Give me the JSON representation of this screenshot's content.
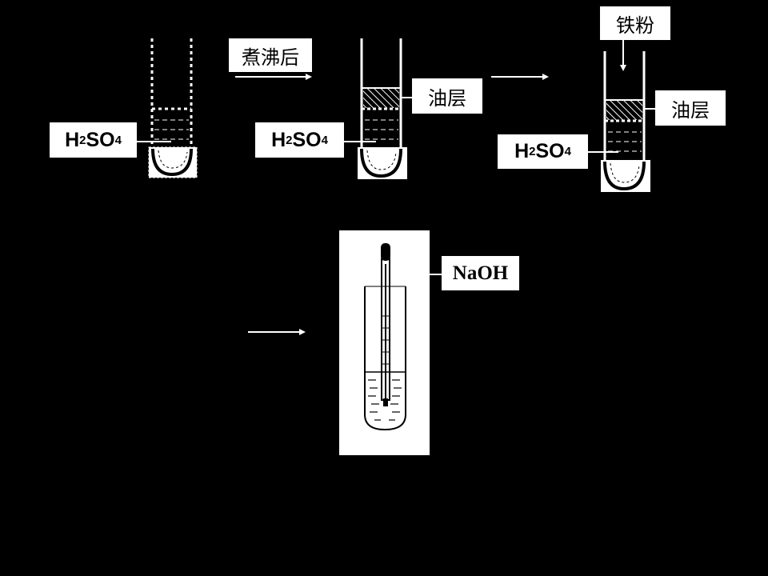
{
  "labels": {
    "boil": "煮沸后",
    "iron_powder": "铁粉",
    "oil_layer_1": "油层",
    "oil_layer_2": "油层",
    "naoh": "NaOH"
  },
  "formula": {
    "main": "H",
    "sub1": "2",
    "mid": "SO",
    "sub2": "4"
  },
  "colors": {
    "background": "#000000",
    "foreground": "#ffffff",
    "label_text": "#000000"
  }
}
